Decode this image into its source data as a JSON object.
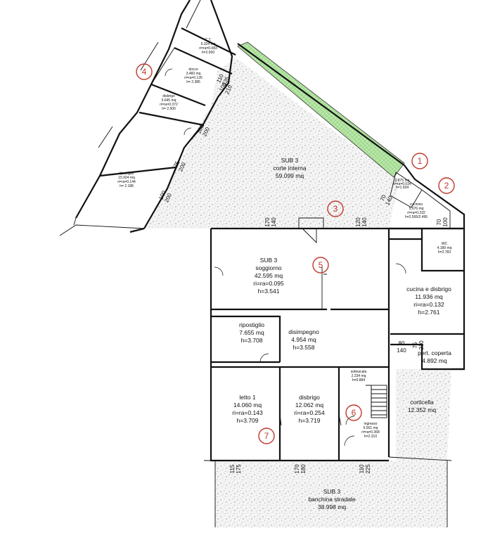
{
  "rooms": {
    "ct": {
      "name": "C.T.",
      "area": "5.324 mq",
      "ratio": "ri=ra=0.083",
      "h": "h=2.500"
    },
    "docce": {
      "name": "docce",
      "area": "3.483 mq",
      "ratio": "ri=ra=0.126",
      "h": "h= 2.385"
    },
    "disbrigo_top": {
      "name": "disbrigo",
      "area": "5.645 mq",
      "ratio": "ri=ra=0.372",
      "h": "h= 2.500"
    },
    "ripostiglio_left": {
      "name": "ripostiglio",
      "area": "15.924 mq",
      "ratio": "ri=ra=0.144",
      "h": "h= 2.188"
    },
    "corte_interna": {
      "sub": "SUB 3",
      "name": "corte interna",
      "area": "59.099 mq"
    },
    "small_corner": {
      "name": "",
      "area": "0.875 mq",
      "ratio": "ri=ra=0.034",
      "h": "h=1.934"
    },
    "cucinino": {
      "name": "cucinino",
      "area": "5.076 mq",
      "ratio": "ri=ra=0.332",
      "h": "h=2.565/2.495"
    },
    "wc": {
      "name": "WC",
      "area": "4.189 mq",
      "h": "h=2.783"
    },
    "soggiorno": {
      "sub": "SUB 3",
      "name": "soggiorno",
      "area": "42.595 mq",
      "ratio": "ri=ra=0.095",
      "h": "h=3.541"
    },
    "cucina": {
      "name": "cucina e disbrigo",
      "area": "11.936 mq",
      "ratio": "ri=ra=0.132",
      "h": "h=2.761"
    },
    "ripostiglio": {
      "name": "ripostiglio",
      "area": "7.655 mq",
      "h": "h=3.708"
    },
    "disimpegno": {
      "name": "disimpegno",
      "area": "4.954 mq",
      "h": "h=3.558"
    },
    "pert_coperta": {
      "name": "pert. coperta",
      "area": "4.892 mq"
    },
    "letto1": {
      "name": "letto 1",
      "area": "14.060 mq",
      "ratio": "ri=ra=0.143",
      "h": "h=3.709"
    },
    "disbrigo": {
      "name": "disbrigo",
      "area": "12.062 mq",
      "ratio": "ri=ra=0.254",
      "h": "h=3.719"
    },
    "sottoscala": {
      "name": "sottoscala",
      "area": "2.234 mq",
      "h": "h=0.884"
    },
    "ingresso": {
      "name": "ingresso",
      "area": "6.561 mq",
      "ratio": "ri=ra=0.368",
      "h": "h=2.310"
    },
    "corticella": {
      "name": "corticella",
      "area": "12.352 mq"
    },
    "banchina": {
      "sub": "SUB 3",
      "name": "banchina stradale",
      "area": "38.998 mq"
    }
  },
  "dims": {
    "d170_140a": [
      "170",
      "140"
    ],
    "d120_140": [
      "120",
      "140"
    ],
    "d70_100": [
      "70",
      "100"
    ],
    "d80_140": [
      "80",
      "140"
    ],
    "d75_210": [
      "75",
      "210"
    ],
    "d115_175": [
      "115",
      "175"
    ],
    "d170_180": [
      "170",
      "180"
    ],
    "d110_225": [
      "110",
      "225"
    ],
    "d100_200a": [
      "100",
      "200"
    ],
    "d100_200b": [
      "100",
      "200"
    ],
    "d75_200": [
      "75",
      "200"
    ],
    "d100_210": [
      "100",
      "210"
    ],
    "d110_125": [
      "110",
      "125"
    ],
    "d70_140": [
      "70",
      "140"
    ]
  },
  "markers": [
    "1",
    "2",
    "3",
    "4",
    "5",
    "6",
    "7"
  ],
  "colors": {
    "marker": "#c0392b",
    "green_strip": "#b8e6a8",
    "gravel": "#c9c9c9"
  }
}
